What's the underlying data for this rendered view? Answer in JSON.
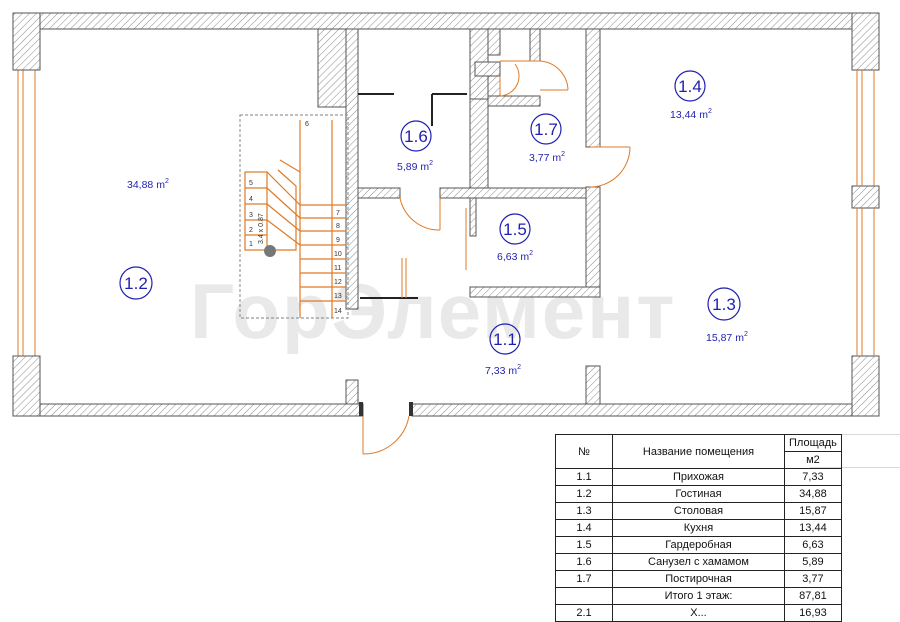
{
  "watermark": "ГорЭлемент",
  "rooms": [
    {
      "id": "1.1",
      "area": "7,33 m"
    },
    {
      "id": "1.2",
      "area": "34,88 m"
    },
    {
      "id": "1.3",
      "area": "15,87 m"
    },
    {
      "id": "1.4",
      "area": "13,44 m"
    },
    {
      "id": "1.5",
      "area": "6,63 m"
    },
    {
      "id": "1.6",
      "area": "5,89 m"
    },
    {
      "id": "1.7",
      "area": "3,77 m"
    }
  ],
  "area_unit_sup": "2",
  "stairs": {
    "label": "3.4 x 0.87",
    "landing_steps": [
      "5",
      "4",
      "3",
      "2",
      "1"
    ],
    "flight_steps": [
      "7",
      "8",
      "9",
      "10",
      "11",
      "12",
      "13",
      "14"
    ],
    "top_step": "6"
  },
  "table": {
    "headers": {
      "num": "№",
      "name": "Название помещения",
      "area_line1": "Площадь",
      "area_line2": "м2"
    },
    "rows": [
      {
        "num": "1.1",
        "name": "Прихожая",
        "area": "7,33"
      },
      {
        "num": "1.2",
        "name": "Гостиная",
        "area": "34,88"
      },
      {
        "num": "1.3",
        "name": "Столовая",
        "area": "15,87"
      },
      {
        "num": "1.4",
        "name": "Кухня",
        "area": "13,44"
      },
      {
        "num": "1.5",
        "name": "Гардеробная",
        "area": "6,63"
      },
      {
        "num": "1.6",
        "name": "Санузел с хамамом",
        "area": "5,89"
      },
      {
        "num": "1.7",
        "name": "Постирочная",
        "area": "3,77"
      }
    ],
    "total": {
      "name": "Итого 1 этаж:",
      "area": "87,81"
    },
    "partial_row": {
      "num": "2.1",
      "name": "Х...",
      "area": "16,93"
    }
  },
  "colors": {
    "wall": "#6e6e6e",
    "door": "#e07a26",
    "label": "#1f1fb0",
    "stair": "#e07a26"
  }
}
